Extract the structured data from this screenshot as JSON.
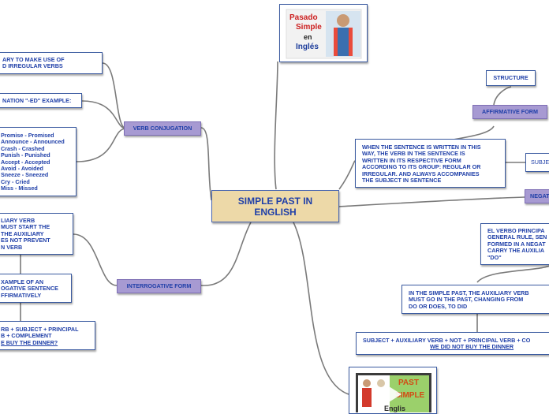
{
  "center": {
    "line1": "SIMPLE PAST IN",
    "line2": "ENGLISH"
  },
  "verb_conjugation": {
    "label": "VERB CONJUGATION",
    "necessary": [
      "ARY TO MAKE USE OF",
      "D IRREGULAR VERBS"
    ],
    "termination": "NATION \"-ED\" EXAMPLE:",
    "examples": [
      "Promise - Promised",
      "Announce - Announced",
      "Crash - Crashed",
      "Punish - Punished",
      "Accept - Accepted",
      "Avoid - Avoided",
      "Sneeze - Sneezed",
      "Cry - Cried",
      "Miss - Missed"
    ]
  },
  "interrogative": {
    "label": "INTERROGATIVE FORM",
    "aux_note": [
      "LIARY VERB",
      " MUST START THE",
      " THE AUXILIARY",
      "ES NOT PREVENT",
      "N VERB"
    ],
    "example_note": [
      "XAMPLE OF AN",
      "OGATIVE SENTENCE",
      "FFIRMATIVELY"
    ],
    "formula": [
      "RB + SUBJECT + PRINCIPAL",
      "B + COMPLEMENT"
    ],
    "formula_example": "E BUY THE DINNER?"
  },
  "image_top": {
    "title1": "Pasado",
    "title2": "Simple",
    "title3": "en",
    "title4": "Inglés"
  },
  "structure": {
    "label": "STRUCTURE",
    "affirmative": "AFFIRMATIVE FORM",
    "when_text": [
      "WHEN THE SENTENCE IS WRITTEN IN THIS",
      "WAY, THE VERB IN THE SENTENCE IS",
      "WRITTEN IN ITS RESPECTIVE FORM",
      "ACCORDING TO ITS GROUP: REGULAR OR",
      "IRREGULAR. AND ALWAYS ACCOMPANIES",
      "THE SUBJECT IN SENTENCE"
    ],
    "subject_partial": "SUBJE"
  },
  "negative": {
    "label_partial": "NEGAT",
    "spanish": [
      "EL VERBO PRINCIPA",
      "GENERAL RULE, SEN",
      "FORMED IN A NEGAT",
      "CARRY THE AUXILIA",
      " \"DO\""
    ],
    "aux_past": [
      "IN THE SIMPLE PAST, THE AUXILIARY VERB",
      "MUST GO IN THE PAST, CHANGING FROM",
      "DO OR DOES, TO DID"
    ],
    "formula": "SUBJECT + AUXILIARY VERB + NOT + PRINCIPAL VERB + CO",
    "example": "WE DID NOT BUY THE DINNER"
  },
  "image_bottom": {
    "title1": "PAST",
    "title2": "SIMPLE",
    "title3": "Englis"
  }
}
